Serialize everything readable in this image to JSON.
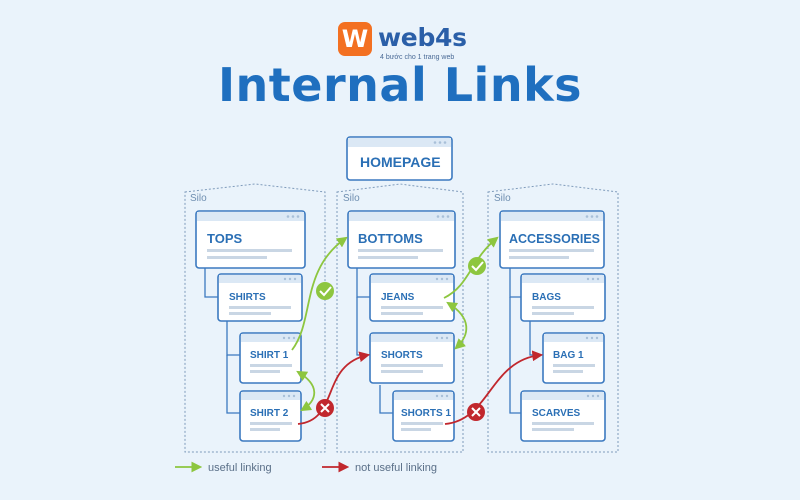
{
  "logo": {
    "letter": "W",
    "name": "web4s",
    "tagline": "4 bước cho 1 trang web"
  },
  "title": "Internal Links",
  "homepage": "HOMEPAGE",
  "silo_label": "Silo",
  "silos": [
    {
      "top": "TOPS",
      "pages": [
        "SHIRTS",
        "SHIRT 1",
        "SHIRT 2"
      ]
    },
    {
      "top": "BOTTOMS",
      "pages": [
        "JEANS",
        "SHORTS",
        "SHORTS 1"
      ]
    },
    {
      "top": "ACCESSORIES",
      "pages": [
        "BAGS",
        "BAG 1",
        "SCARVES"
      ]
    }
  ],
  "legend": {
    "useful": "useful linking",
    "not_useful": "not useful linking"
  },
  "colors": {
    "useful": "#8dc63f",
    "not_useful": "#c1272d",
    "box_border": "#3b79c0",
    "accent": "#f37021"
  }
}
